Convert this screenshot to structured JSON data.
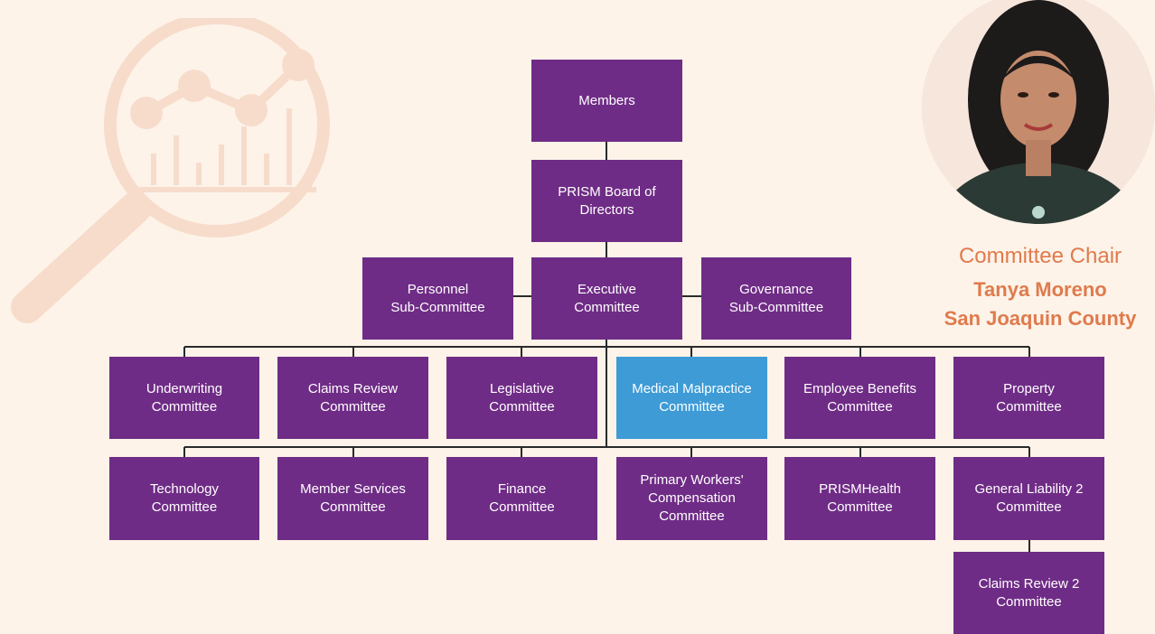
{
  "org_chart": {
    "members": "Members",
    "board": "PRISM Board of\nDirectors",
    "personnel": "Personnel\nSub-Committee",
    "executive": "Executive\nCommittee",
    "governance": "Governance\nSub-Committee",
    "row1": [
      "Underwriting\nCommittee",
      "Claims Review\nCommittee",
      "Legislative\nCommittee",
      "Medical Malpractice\nCommittee",
      "Employee Benefits\nCommittee",
      "Property\nCommittee"
    ],
    "row2": [
      "Technology\nCommittee",
      "Member Services\nCommittee",
      "Finance\nCommittee",
      "Primary Workers'\nCompensation\nCommittee",
      "PRISMHealth\nCommittee",
      "General Liability 2\nCommittee"
    ],
    "claims_review_2": "Claims Review 2\nCommittee",
    "highlighted": "Medical Malpractice\nCommittee"
  },
  "chair": {
    "title": "Committee Chair",
    "name": "Tanya Moreno",
    "org": "San Joaquin County"
  },
  "colors": {
    "node": "#6f2c86",
    "highlight": "#3e9bd6",
    "accent": "#e07a4c",
    "background": "#fdf3e9"
  },
  "icons": {
    "background": "magnifier-chart-icon",
    "photo": "chair-portrait"
  }
}
